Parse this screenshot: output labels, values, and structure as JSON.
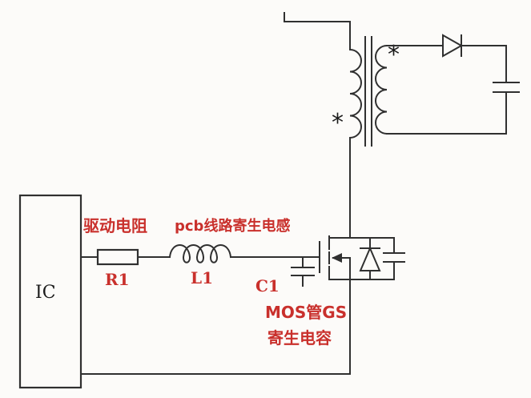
{
  "colors": {
    "line": "#303030",
    "annotation_red": "#c9302c",
    "text_black": "#1a1a1a",
    "background": "#fcfbf9"
  },
  "components": {
    "ic": {
      "label": "IC"
    },
    "r1": {
      "ref": "R1",
      "annotation": "驱动电阻"
    },
    "l1": {
      "ref": "L1",
      "annotation": "pcb线路寄生电感"
    },
    "c1": {
      "ref": "C1",
      "annotation_line1": "MOS管GS",
      "annotation_line2": "寄生电容"
    },
    "transformer": {
      "primary_dot": "*",
      "secondary_dot": "*"
    }
  }
}
